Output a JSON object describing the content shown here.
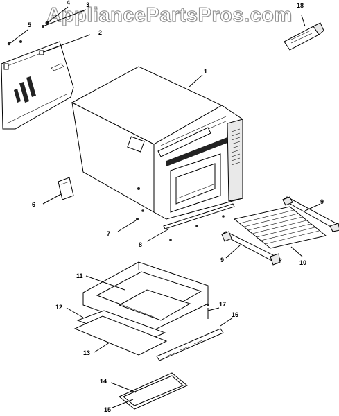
{
  "watermark": "AppliancePartsPros.com",
  "callouts": {
    "c1": "1",
    "c2": "2",
    "c3": "3",
    "c4": "4",
    "c5": "5",
    "c6": "6",
    "c7": "7",
    "c8": "8",
    "c9a": "9",
    "c9b": "9",
    "c10": "10",
    "c11": "11",
    "c12": "12",
    "c13": "13",
    "c14": "14",
    "c15": "15",
    "c16": "16",
    "c17": "17",
    "c18": "18"
  }
}
